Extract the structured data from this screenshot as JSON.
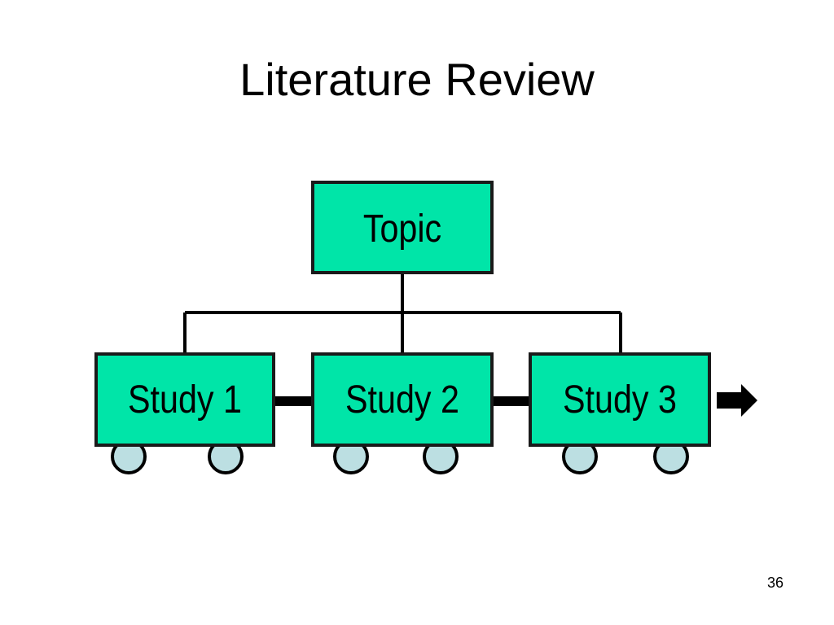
{
  "slide": {
    "title": "Literature Review",
    "number": "36"
  },
  "diagram": {
    "root": {
      "label": "Topic"
    },
    "children": [
      {
        "label": "Study 1"
      },
      {
        "label": "Study 2"
      },
      {
        "label": "Study 3"
      }
    ],
    "continuation": "arrow-right-icon",
    "colors": {
      "box_fill": "#00E5A8",
      "box_stroke": "#1a1a1a",
      "wheel_fill": "#BCDFE2",
      "line": "#000000"
    }
  }
}
